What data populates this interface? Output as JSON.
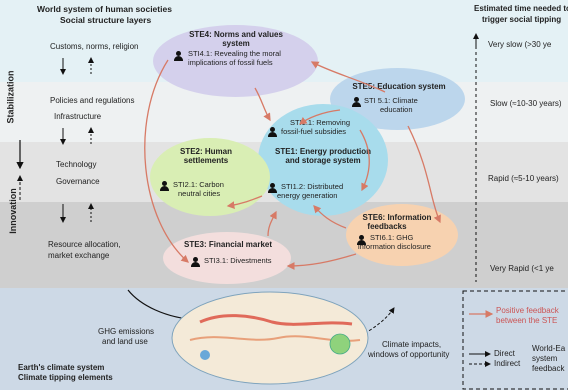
{
  "header": {
    "title_line1": "World system of human societies",
    "title_line2": "Social structure layers",
    "right_line1": "Estimated time needed to",
    "right_line2": "trigger social tipping"
  },
  "layers": [
    "Customs, norms, religion",
    "Policies and regulations",
    "Infrastructure",
    "Technology",
    "Governance",
    "Resource allocation,",
    "market exchange"
  ],
  "axis": {
    "stabilization": "Stabilization",
    "innovation": "Innovation"
  },
  "times": [
    "Very slow (>30 ye",
    "Slow (≈10-30 years)",
    "Rapid (≈5-10 years)",
    "Very Rapid (<1 ye"
  ],
  "nodes": {
    "ste4": {
      "title1": "STE4: Norms and values",
      "title2": "system",
      "sti1": "STI4.1: Revealing the moral",
      "sti2": "implications of fossil fuels"
    },
    "ste5": {
      "title": "STE5: Education system",
      "sti1": "STI 5.1: Climate",
      "sti2": "education"
    },
    "ste1": {
      "sti11a": "STI1.1: Removing",
      "sti11b": "fossil-fuel subsidies",
      "title1": "STE1: Energy production",
      "title2": "and storage system",
      "sti12a": "STI1.2: Distributed",
      "sti12b": "energy generation"
    },
    "ste2": {
      "title1": "STE2: Human",
      "title2": "settlements",
      "sti1": "STI2.1: Carbon",
      "sti2": "neutral cities"
    },
    "ste6": {
      "title1": "STE6: Information",
      "title2": "feedbacks",
      "sti1": "STI6.1: GHG",
      "sti2": "information disclosure"
    },
    "ste3": {
      "title": "STE3: Financial market",
      "sti": "STI3.1: Divestments"
    }
  },
  "earth": {
    "ghg1": "GHG emissions",
    "ghg2": "and land use",
    "impacts1": "Climate impacts,",
    "impacts2": "windows of opportunity",
    "label1": "Earth's climate system",
    "label2": "Climate tipping elements"
  },
  "legend": {
    "pos1": "Positive feedback",
    "pos2": "between the STE",
    "direct": "Direct",
    "indirect": "Indirect",
    "world1": "World-Ea",
    "world2": "system",
    "world3": "feedback"
  },
  "colors": {
    "band1": "#e4f1f5",
    "band2": "#eef1f2",
    "band3": "#e3e3e3",
    "band4": "#cfcfcf",
    "earth": "#cdd9e6",
    "arrow": "#d77a66"
  }
}
